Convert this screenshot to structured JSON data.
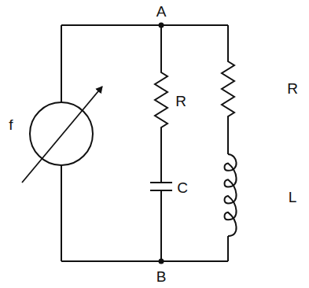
{
  "diagram": {
    "labels": [
      "A",
      "f",
      "R",
      "C",
      "R",
      "L",
      "B"
    ]
  }
}
